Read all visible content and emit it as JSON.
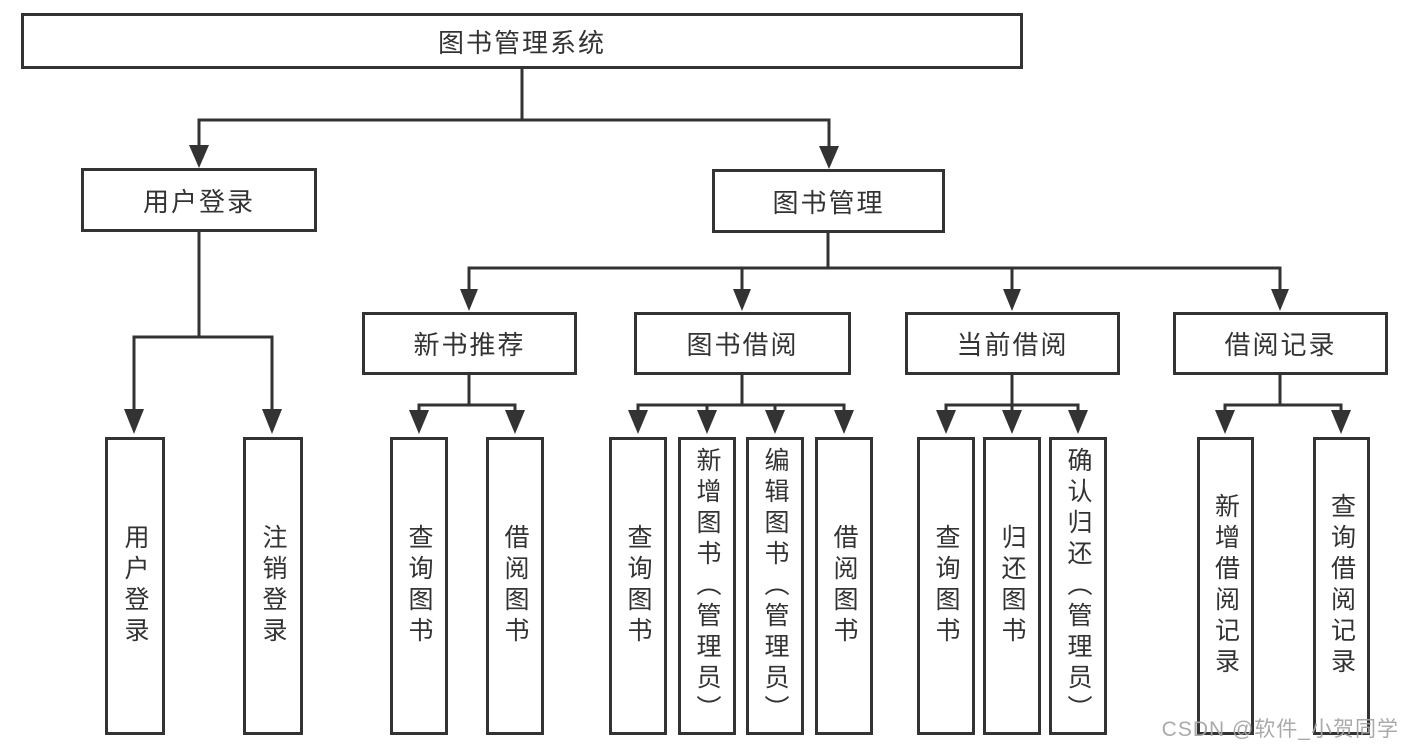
{
  "colors": {
    "line": "#333333",
    "box_border": "#333333",
    "text": "#333333",
    "background": "#ffffff",
    "watermark": "#a5a5a5"
  },
  "diagram": {
    "root": {
      "label": "图书管理系统"
    },
    "level2": [
      {
        "id": "user-login",
        "label": "用户登录"
      },
      {
        "id": "book-management",
        "label": "图书管理"
      }
    ],
    "level3": [
      {
        "id": "new-book-recommend",
        "label": "新书推荐",
        "parent": "book-management"
      },
      {
        "id": "book-borrowing",
        "label": "图书借阅",
        "parent": "book-management"
      },
      {
        "id": "current-borrowing",
        "label": "当前借阅",
        "parent": "book-management"
      },
      {
        "id": "borrowing-records",
        "label": "借阅记录",
        "parent": "book-management"
      }
    ],
    "leaves": [
      {
        "parent": "user-login",
        "label": "用户登录"
      },
      {
        "parent": "user-login",
        "label": "注销登录"
      },
      {
        "parent": "new-book-recommend",
        "label": "查询图书"
      },
      {
        "parent": "new-book-recommend",
        "label": "借阅图书"
      },
      {
        "parent": "book-borrowing",
        "label": "查询图书"
      },
      {
        "parent": "book-borrowing",
        "label": "新增图书（管理员）"
      },
      {
        "parent": "book-borrowing",
        "label": "编辑图书（管理员）"
      },
      {
        "parent": "book-borrowing",
        "label": "借阅图书"
      },
      {
        "parent": "current-borrowing",
        "label": "查询图书"
      },
      {
        "parent": "current-borrowing",
        "label": "归还图书"
      },
      {
        "parent": "current-borrowing",
        "label": "确认归还（管理员）"
      },
      {
        "parent": "borrowing-records",
        "label": "新增借阅记录"
      },
      {
        "parent": "borrowing-records",
        "label": "查询借阅记录"
      }
    ]
  },
  "watermark": {
    "text": "CSDN @软件_小贺同学"
  }
}
